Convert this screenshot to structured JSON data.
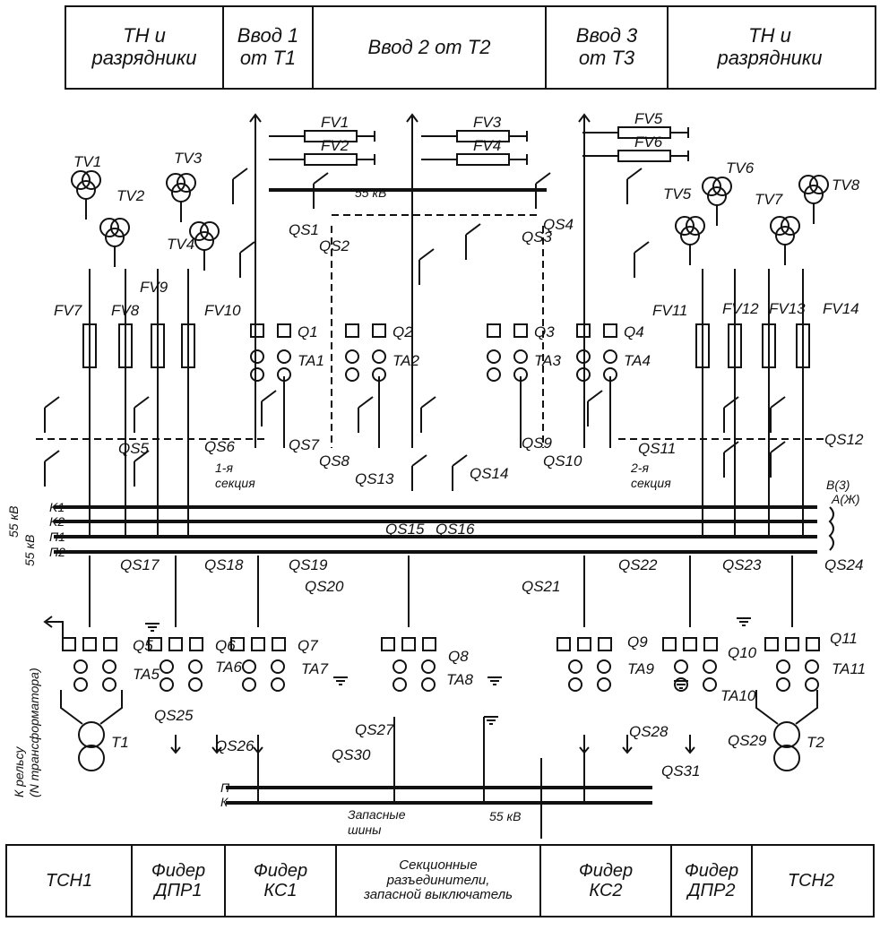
{
  "top_header": {
    "cells": [
      {
        "label": "ТН и\nразрядники"
      },
      {
        "label": "Ввод 1\nот Т1"
      },
      {
        "label": "Ввод 2 от Т2"
      },
      {
        "label": "Ввод 3\nот Т3"
      },
      {
        "label": "ТН и\nразрядники"
      }
    ]
  },
  "bottom_footer": {
    "cells": [
      {
        "label": "ТСН1"
      },
      {
        "label": "Фидер\nДПР1"
      },
      {
        "label": "Фидер\nКС1"
      },
      {
        "label": "Секционные\nразъединители,\nзапасной выключатель"
      },
      {
        "label": "Фидер\nКС2"
      },
      {
        "label": "Фидер\nДПР2"
      },
      {
        "label": "ТСН2"
      }
    ]
  },
  "labels": {
    "fv": [
      "FV1",
      "FV2",
      "FV3",
      "FV4",
      "FV5",
      "FV6",
      "FV7",
      "FV8",
      "FV9",
      "FV10",
      "FV11",
      "FV12",
      "FV13",
      "FV14"
    ],
    "tv": [
      "TV1",
      "TV2",
      "TV3",
      "TV4",
      "TV5",
      "TV6",
      "TV7",
      "TV8"
    ],
    "q": [
      "Q1",
      "Q2",
      "Q3",
      "Q4",
      "Q5",
      "Q6",
      "Q7",
      "Q8",
      "Q9",
      "Q10",
      "Q11"
    ],
    "ta": [
      "TA1",
      "TA2",
      "TA3",
      "TA4",
      "TA5",
      "TA6",
      "TA7",
      "TA8",
      "TA9",
      "TA10",
      "TA11"
    ],
    "qs": [
      "QS1",
      "QS2",
      "QS3",
      "QS4",
      "QS5",
      "QS6",
      "QS7",
      "QS8",
      "QS9",
      "QS10",
      "QS11",
      "QS12",
      "QS13",
      "QS14",
      "QS15",
      "QS16",
      "QS17",
      "QS18",
      "QS19",
      "QS20",
      "QS21",
      "QS22",
      "QS23",
      "QS24",
      "QS25",
      "QS26",
      "QS27",
      "QS28",
      "QS29",
      "QS30",
      "QS31"
    ],
    "t": [
      "T1",
      "T2"
    ],
    "buses": [
      "K1",
      "K2",
      "П1",
      "П2"
    ],
    "voltage_55": "55 кВ",
    "section_1": "1-я\nсекция",
    "section_2": "2-я\nсекция",
    "phase_b": "B(3)",
    "phase_a": "A(Ж)",
    "rail": "К рельсу\n(N трансформатора)",
    "spare_buses": "Запасные\nшины",
    "spare_p": "П",
    "spare_k": "К"
  }
}
